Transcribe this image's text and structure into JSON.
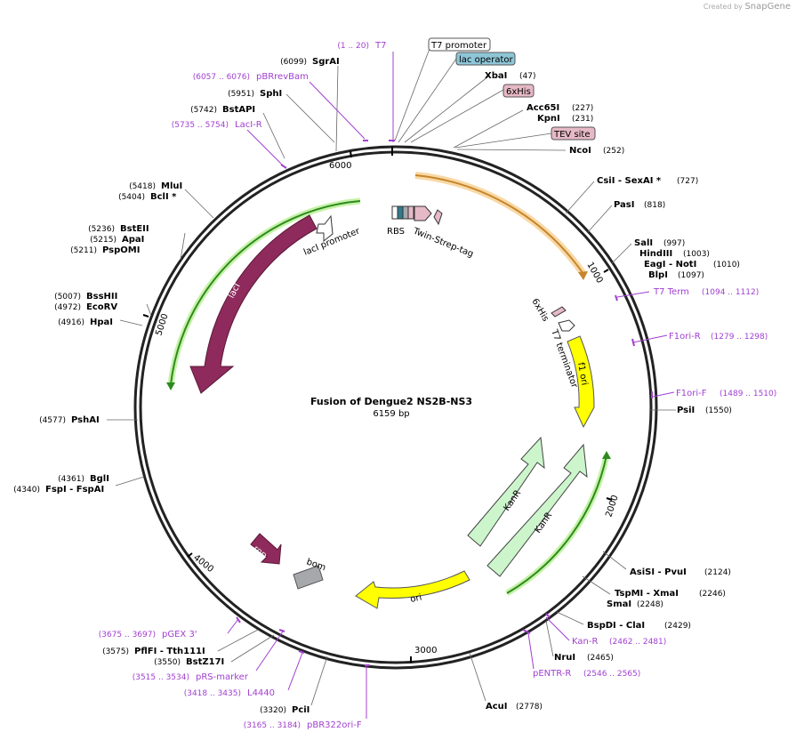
{
  "brand": {
    "prefix": "Created by",
    "name": "SnapGene"
  },
  "plasmid": {
    "name": "Fusion of Dengue2 NS2B-NS3",
    "size_label": "6159 bp",
    "length": 6159
  },
  "ticks": [
    "1000",
    "2000",
    "3000",
    "4000",
    "5000",
    "6000"
  ],
  "enzymes": [
    {
      "name": "SgrAI",
      "pos": "(6099)"
    },
    {
      "name": "SphI",
      "pos": "(5951)"
    },
    {
      "name": "BstAPI",
      "pos": "(5742)"
    },
    {
      "name": "MluI",
      "pos": "(5418)"
    },
    {
      "name": "BclI *",
      "pos": "(5404)"
    },
    {
      "name": "BstEII",
      "pos": "(5236)"
    },
    {
      "name": "ApaI",
      "pos": "(5215)"
    },
    {
      "name": "PspOMI",
      "pos": "(5211)"
    },
    {
      "name": "BssHII",
      "pos": "(5007)"
    },
    {
      "name": "EcoRV",
      "pos": "(4972)"
    },
    {
      "name": "HpaI",
      "pos": "(4916)"
    },
    {
      "name": "PshAI",
      "pos": "(4577)"
    },
    {
      "name": "BglI",
      "pos": "(4361)"
    },
    {
      "name": "FspI  -  FspAI",
      "pos": "(4340)"
    },
    {
      "name": "PflFI  -  Tth111I",
      "pos": "(3575)"
    },
    {
      "name": "BstZ17I",
      "pos": "(3550)"
    },
    {
      "name": "PciI",
      "pos": "(3320)"
    },
    {
      "name": "XbaI",
      "pos": "(47)"
    },
    {
      "name": "Acc65I",
      "pos": "(227)"
    },
    {
      "name": "KpnI",
      "pos": "(231)"
    },
    {
      "name": "NcoI",
      "pos": "(252)"
    },
    {
      "name": "CsiI  -  SexAI *",
      "pos": "(727)"
    },
    {
      "name": "PasI",
      "pos": "(818)"
    },
    {
      "name": "SalI",
      "pos": "(997)"
    },
    {
      "name": "HindIII",
      "pos": "(1003)"
    },
    {
      "name": "EagI  -  NotI",
      "pos": "(1010)"
    },
    {
      "name": "BlpI",
      "pos": "(1097)"
    },
    {
      "name": "PsiI",
      "pos": "(1550)"
    },
    {
      "name": "AsiSI  -  PvuI",
      "pos": "(2124)"
    },
    {
      "name": "TspMI  -  XmaI",
      "pos": "(2246)"
    },
    {
      "name": "SmaI",
      "pos": "(2248)"
    },
    {
      "name": "BspDI  -  ClaI",
      "pos": "(2429)"
    },
    {
      "name": "NruI",
      "pos": "(2465)"
    },
    {
      "name": "AcuI",
      "pos": "(2778)"
    }
  ],
  "primers": [
    {
      "name": "T7",
      "pos": "(1 .. 20)"
    },
    {
      "name": "pBRrevBam",
      "pos": "(6057 .. 6076)"
    },
    {
      "name": "LacI-R",
      "pos": "(5735 .. 5754)"
    },
    {
      "name": "T7 Term",
      "pos": "(1094 .. 1112)"
    },
    {
      "name": "F1ori-R",
      "pos": "(1279 .. 1298)"
    },
    {
      "name": "F1ori-F",
      "pos": "(1489 .. 1510)"
    },
    {
      "name": "Kan-R",
      "pos": "(2462 .. 2481)"
    },
    {
      "name": "pENTR-R",
      "pos": "(2546 .. 2565)"
    },
    {
      "name": "pGEX 3'",
      "pos": "(3675 .. 3697)"
    },
    {
      "name": "pRS-marker",
      "pos": "(3515 .. 3534)"
    },
    {
      "name": "L4440",
      "pos": "(3418 .. 3435)"
    },
    {
      "name": "pBR322ori-F",
      "pos": "(3165 .. 3184)"
    }
  ],
  "boxed_features": [
    {
      "name": "T7 promoter",
      "color": "#ffffff"
    },
    {
      "name": "lac operator",
      "color": "#8ec6d8"
    },
    {
      "name": "6xHis",
      "color": "#e6b9c6"
    },
    {
      "name": "TEV site",
      "color": "#e6b9c6"
    }
  ],
  "features": {
    "rbs": "RBS",
    "twin_strep": "Twin-Strep-tag",
    "lac_promoter": "lacI promoter",
    "laci": "lacI",
    "his": "6xHis",
    "t7_terminator": "T7 terminator",
    "f1_ori": "f1 ori",
    "kanr": "KanR",
    "ori": "ori",
    "rop": "rop",
    "bom": "bom"
  },
  "colors": {
    "laci": "#8f2a5c",
    "green_arrow": "#2e8b1f",
    "green_glow": "#c6f2a8",
    "orange_arrow": "#c7852b",
    "orange_glow": "#f8d9a6",
    "yellow": "#ffff00",
    "kanr": "#ccf5cc",
    "bom": "#a6a8ab",
    "primer": "#a13fd0"
  }
}
